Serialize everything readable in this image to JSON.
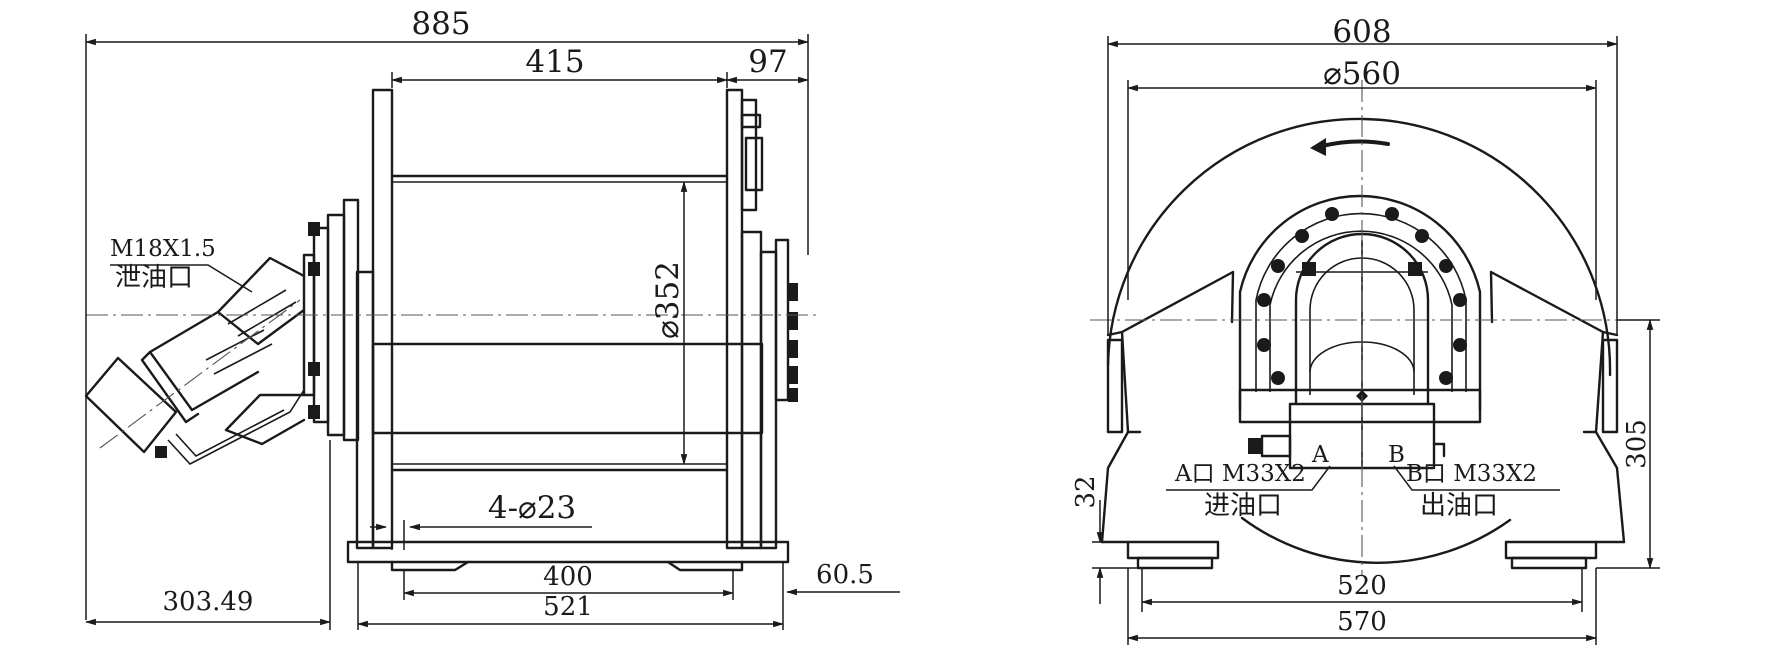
{
  "side_view": {
    "dim_overall_length": "885",
    "dim_drum_length": "415",
    "dim_right_offset": "97",
    "dim_drum_diameter": "⌀352",
    "dim_motor_overhang": "303.49",
    "dim_mount_holes": "4-⌀23",
    "dim_hole_spacing": "400",
    "dim_base_length": "521",
    "dim_base_offset": "60.5",
    "drain_port_thread": "M18X1.5",
    "drain_port_label": "泄油口"
  },
  "end_view": {
    "dim_overall_width": "608",
    "dim_flange_diameter": "⌀560",
    "dim_foot_spacing": "520",
    "dim_base_width": "570",
    "dim_center_height": "305",
    "dim_foot_height": "32",
    "port_a_label": "A口 M33X2",
    "port_a_desc": "进油口",
    "port_b_label": "B口 M33X2",
    "port_b_desc": "出油口",
    "port_a_letter": "A",
    "port_b_letter": "B"
  }
}
